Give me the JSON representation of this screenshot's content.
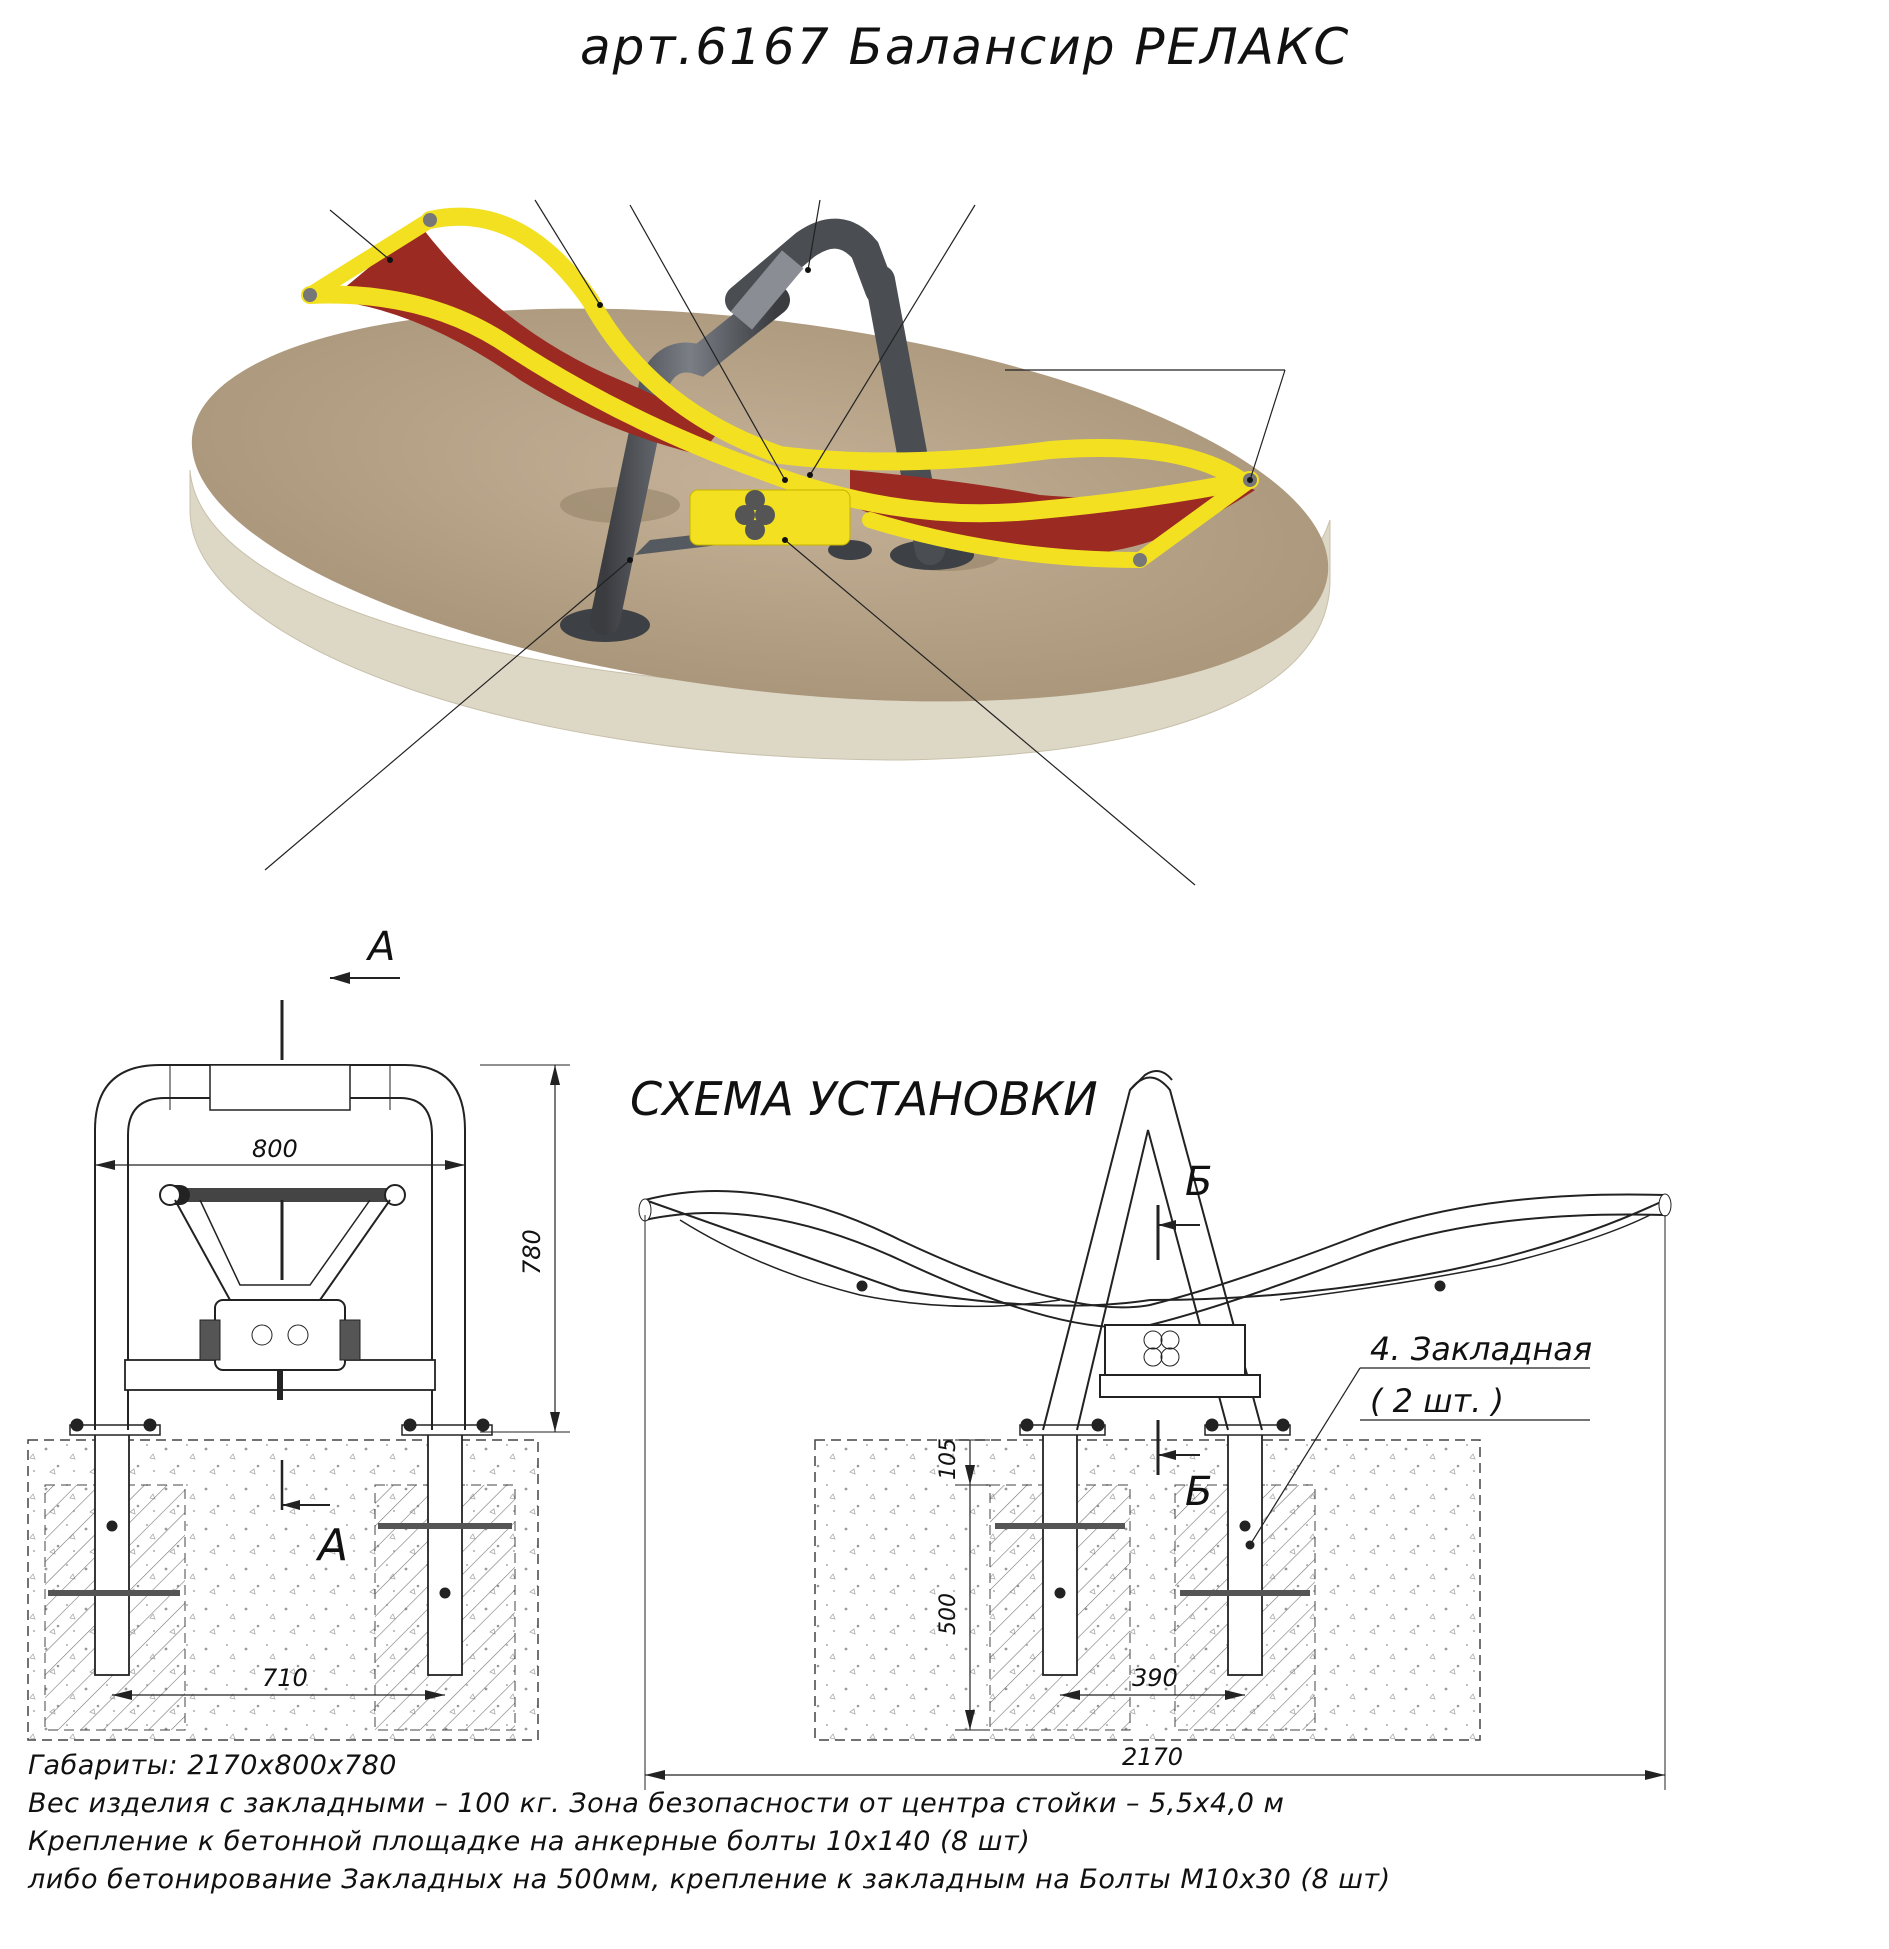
{
  "title": "арт.6167  Балансир  РЕЛАКС",
  "scheme_title": "СХЕМА УСТАНОВКИ",
  "section_labels": {
    "a_top": "А",
    "a_bottom": "А",
    "b_top": "Б",
    "b_bottom": "Б"
  },
  "dimensions": {
    "width_800": "800",
    "height_780": "780",
    "spacing_710": "710",
    "depth_105": "105",
    "depth_500": "500",
    "spacing_390": "390",
    "length_2170": "2170"
  },
  "callout": {
    "line1": "4. Закладная",
    "line2": "( 2 шт.  )"
  },
  "notes": [
    "Габариты: 2170х800х780",
    "Вес изделия с закладными – 100 кг.  Зона безопасности от центра стойки – 5,5х4,0 м",
    "Крепление к бетонной площадке на анкерные болты 10х140 (8 шт)",
    "либо бетонирование Закладных на 500мм, крепление к закладным на Болты М10х30 (8 шт)"
  ],
  "colors": {
    "frame_yellow": "#f2e021",
    "seat_red": "#9b2a22",
    "post_gray": "#4a4d52",
    "platform_top": "#b8a48a",
    "platform_side": "#ddd7c6",
    "line": "#222222"
  }
}
